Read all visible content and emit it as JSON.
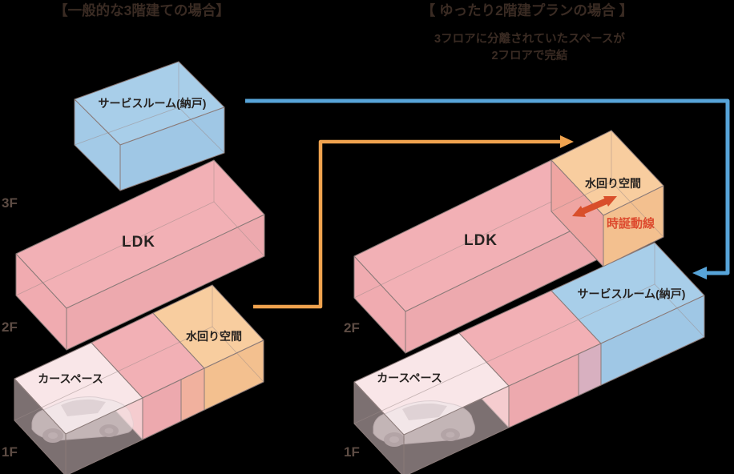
{
  "left": {
    "title": "【一般的な3階建ての場合】",
    "floor3": "3F",
    "floor2": "2F",
    "floor1": "1F",
    "service_room": "サービスルーム(納戸)",
    "ldk": "LDK",
    "water": "水回り空間",
    "car_space": "カースペース"
  },
  "right": {
    "title": "【 ゆったり2階建プランの場合 】",
    "subtitle1": "3フロアに分離されていたスペースが",
    "subtitle2": "2フロアで完結",
    "floor2": "2F",
    "floor1": "1F",
    "water": "水回り空間",
    "ldk": "LDK",
    "flow": "時誕動線",
    "service_room": "サービスルーム(納戸)",
    "car_space": "カースペース"
  },
  "colors": {
    "background": "#000000",
    "box_pink_top": "#f2b0b5",
    "box_pink_side": "#eda9ae",
    "box_pink_light": "#f9e6e8",
    "box_orange_top": "#f8cd9f",
    "box_orange_side": "#f3c08f",
    "box_blue_top": "#a8cee9",
    "box_blue_side": "#9fc7e5",
    "arrow_orange": "#f0a34f",
    "arrow_blue": "#57a4d9",
    "arrow_red": "#d94f2b",
    "title_text": "#3a2b23",
    "floor_label_text": "#5d4c44",
    "box_label_text": "#262220"
  }
}
